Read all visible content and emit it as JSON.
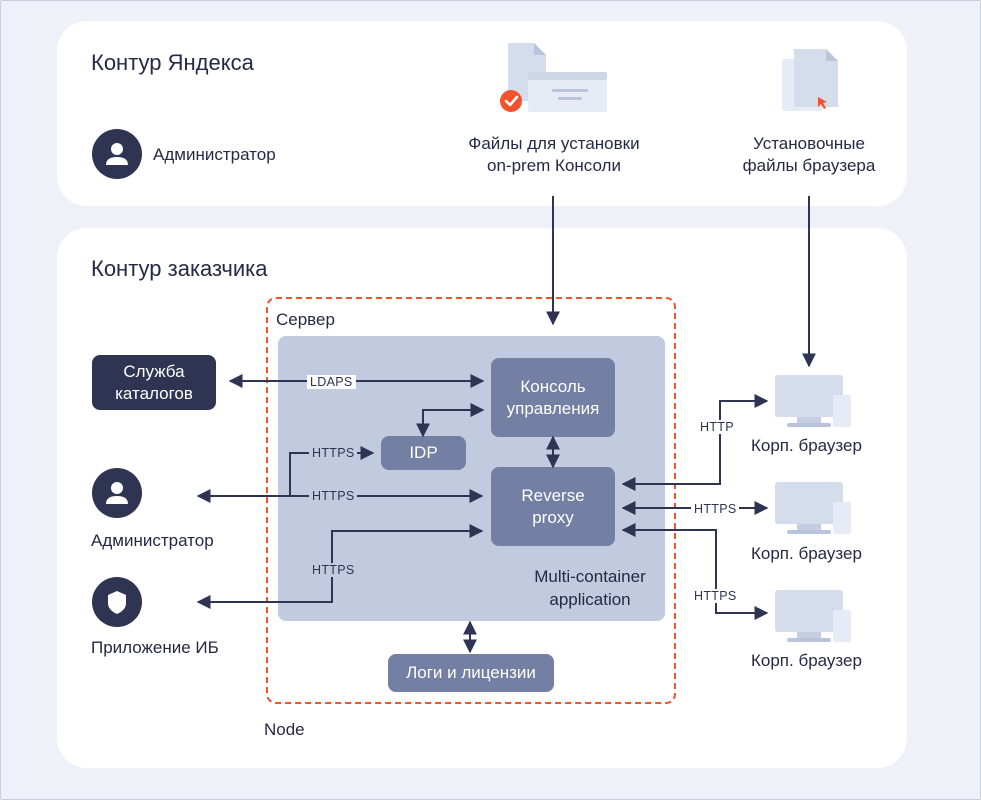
{
  "yandex_contour": {
    "title": "Контур Яндекса",
    "admin_label": "Администратор",
    "console_files_label_1": "Файлы для установки",
    "console_files_label_2": "on-prem Консоли",
    "browser_files_label_1": "Установочные",
    "browser_files_label_2": "файлы браузера"
  },
  "customer_contour": {
    "title": "Контур заказчика",
    "server_label": "Сервер",
    "node_label": "Node",
    "catalog_service_1": "Служба",
    "catalog_service_2": "каталогов",
    "admin_label": "Администратор",
    "security_app_label": "Приложение ИБ",
    "multicontainer_1": "Multi-container",
    "multicontainer_2": "application",
    "console_1": "Консоль",
    "console_2": "управления",
    "idp": "IDP",
    "proxy_1": "Reverse",
    "proxy_2": "proxy",
    "logs": "Логи и лицензии",
    "browser_1": "Корп. браузер",
    "browser_2": "Корп. браузер",
    "browser_3": "Корп. браузер"
  },
  "protocols": {
    "ldaps": "LDAPS",
    "https_idp": "HTTPS",
    "https_admin": "HTTPS",
    "https_ib": "HTTPS",
    "http_browser1": "HTTP",
    "https_browser2": "HTTPS",
    "https_browser3": "HTTPS"
  },
  "colors": {
    "accent": "#f0532d",
    "dark_node": "#2e3452",
    "component": "#737fa3",
    "container_area": "#c1cade",
    "arrow": "#2e3452"
  }
}
